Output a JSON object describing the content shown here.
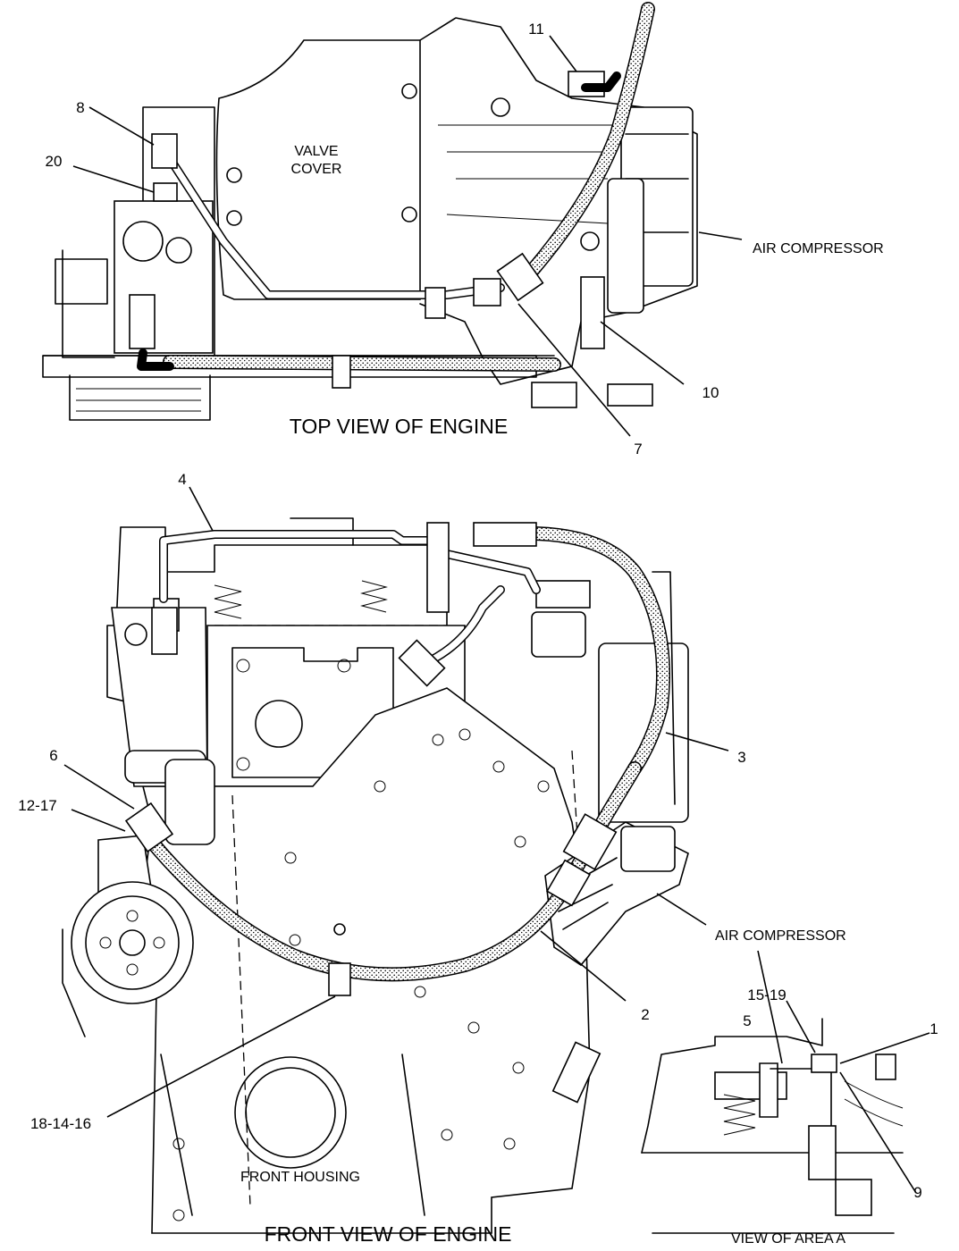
{
  "top_view": {
    "caption": "TOP VIEW OF ENGINE",
    "valve_cover_line1": "VALVE",
    "valve_cover_line2": "COVER",
    "air_compressor": "AIR COMPRESSOR",
    "callouts": {
      "c8": "8",
      "c20": "20",
      "c11": "11",
      "c10": "10",
      "c7": "7"
    }
  },
  "front_view": {
    "caption": "FRONT VIEW OF ENGINE",
    "front_housing": "FRONT HOUSING",
    "air_compressor": "AIR COMPRESSOR",
    "callouts": {
      "c4": "4",
      "c3": "3",
      "c6": "6",
      "c12_17": "12-17",
      "c2": "2",
      "c18_14_16": "18-14-16"
    }
  },
  "area_a": {
    "caption": "VIEW OF AREA A",
    "callouts": {
      "c15_19": "15-19",
      "c5": "5",
      "c1": "1",
      "c9": "9"
    }
  }
}
